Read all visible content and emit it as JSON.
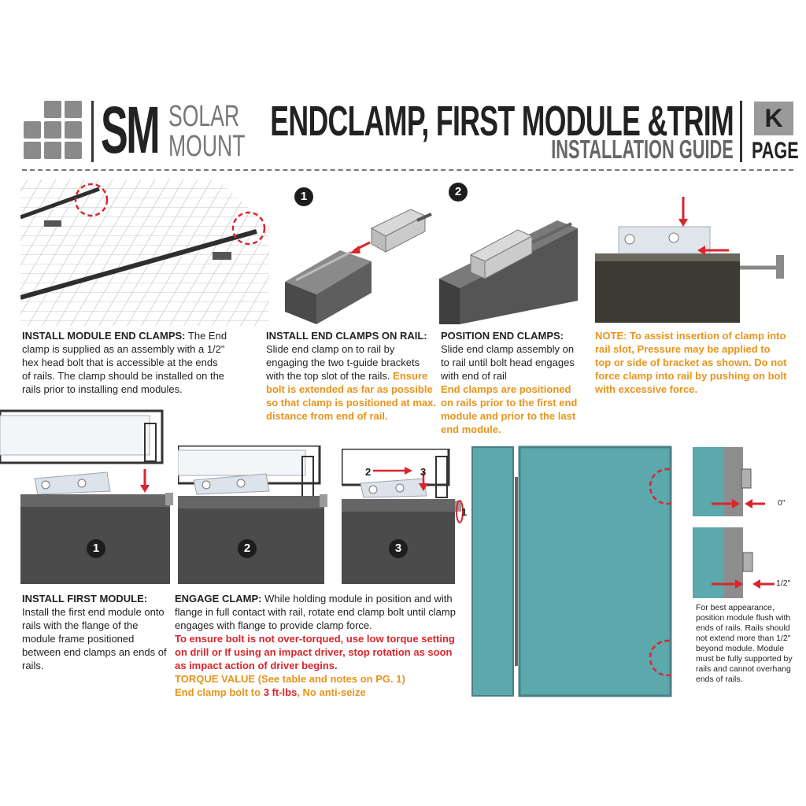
{
  "header": {
    "logo_initials": "SM",
    "logo_line1": "SOLAR",
    "logo_line2": "MOUNT",
    "title": "ENDCLAMP, FIRST MODULE &TRIM",
    "subtitle": "INSTALLATION GUIDE",
    "page_letter": "K",
    "page_label": "PAGE"
  },
  "steps_top": {
    "step1": "1",
    "step2": "2"
  },
  "bottom_steps": [
    "1",
    "2",
    "3"
  ],
  "engage_labels": {
    "l2": "2",
    "l3": "3",
    "l1": "1"
  },
  "flush_labels": {
    "zero": "0\"",
    "half": "1/2\""
  },
  "blocks": {
    "install_end_clamps": {
      "heading": "INSTALL MODULE END CLAMPS:",
      "body": "The End clamp is supplied as an assembly with a 1/2\" hex head bolt that is accessible at the ends of rails. The clamp should be installed on the rails prior to installing end modules."
    },
    "install_on_rail": {
      "heading": "INSTALL END CLAMPS ON RAIL:",
      "body": "Slide end clamp on to rail by engaging the two t-guide brackets with the top slot of the rails.",
      "note": "Ensure bolt is extended as far as possible so that clamp is positioned at max. distance from end of rail."
    },
    "position": {
      "heading": "POSITION END CLAMPS:",
      "body": "Slide end clamp assembly on to rail until bolt head engages with end of rail",
      "note": "End clamps are positioned on rails prior to the first end module and prior to the last end module."
    },
    "note": {
      "text": "NOTE: To assist insertion of clamp into rail slot, Pressure may be applied to top or side of bracket as shown. Do not force clamp into rail by pushing on bolt with excessive force."
    },
    "first_module": {
      "heading": "INSTALL FIRST MODULE:",
      "body": "Install the first end module onto rails with the flange of the module frame positioned between end clamps an ends of rails."
    },
    "engage": {
      "heading": "ENGAGE CLAMP:",
      "body": "While holding module in position and with flange in full contact with rail, rotate end clamp bolt until clamp engages with flange to provide clamp force.",
      "warning": "To ensure bolt is not over-torqued, use low torque setting on drill or If using an impact driver, stop rotation as soon as impact action of driver begins.",
      "torque_heading": "TORQUE VALUE (See table and notes on PG. 1)",
      "torque_pre": "End clamp bolt to",
      "torque_value": "3 ft-lbs",
      "torque_post": ", No anti-seize"
    },
    "appearance": {
      "text": "For best appearance, position module flush with ends of rails. Rails should not extend more than 1/2\" beyond module. Module must be fully supported by rails and cannot overhang ends of rails."
    }
  },
  "colors": {
    "orange": "#e8941a",
    "red": "#d9262c",
    "module_teal": "#5ba8ad",
    "rail_dark": "#4b4b4b"
  }
}
